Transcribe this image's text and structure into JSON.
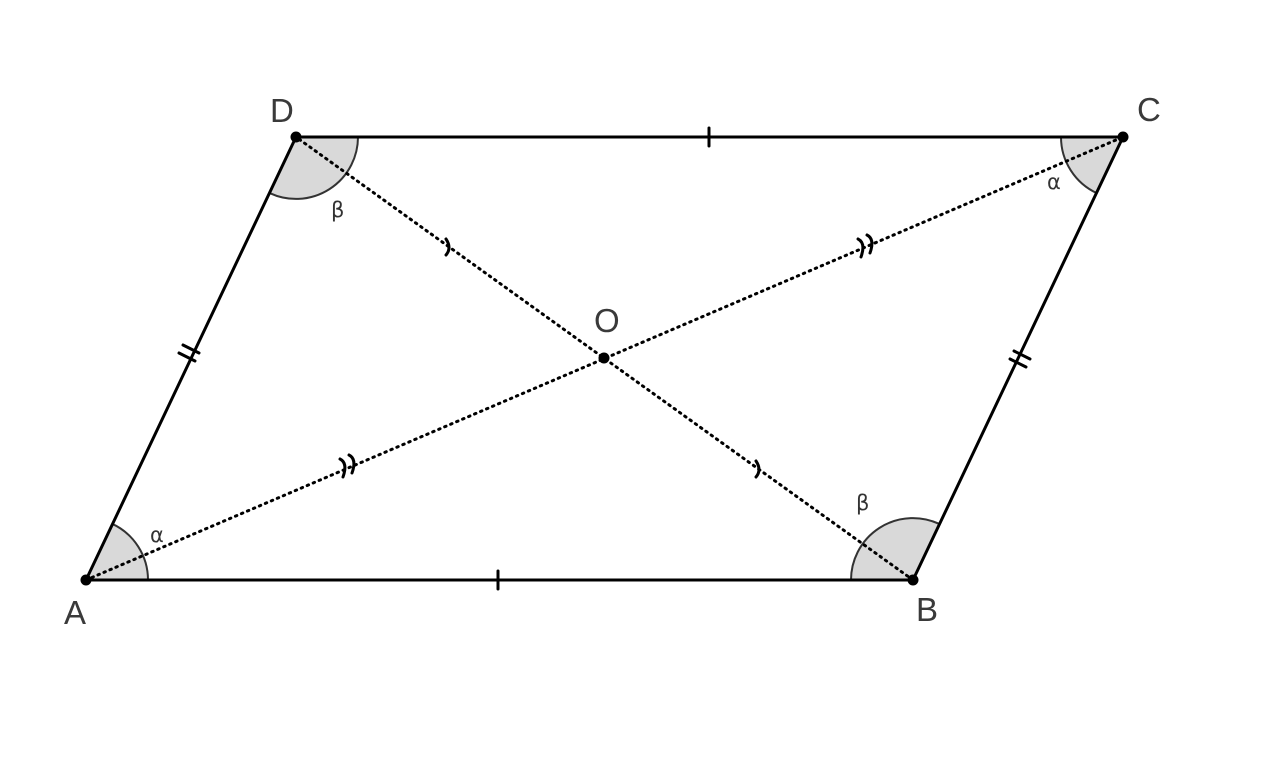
{
  "points": {
    "A": "A",
    "B": "B",
    "C": "C",
    "D": "D",
    "O": "O"
  },
  "angle_labels": {
    "A": "α",
    "C": "α",
    "B": "β",
    "D": "β"
  },
  "colors": {
    "line": "#000000",
    "angle_fill": "#d9d9d9",
    "label": "#3a3a3a"
  }
}
